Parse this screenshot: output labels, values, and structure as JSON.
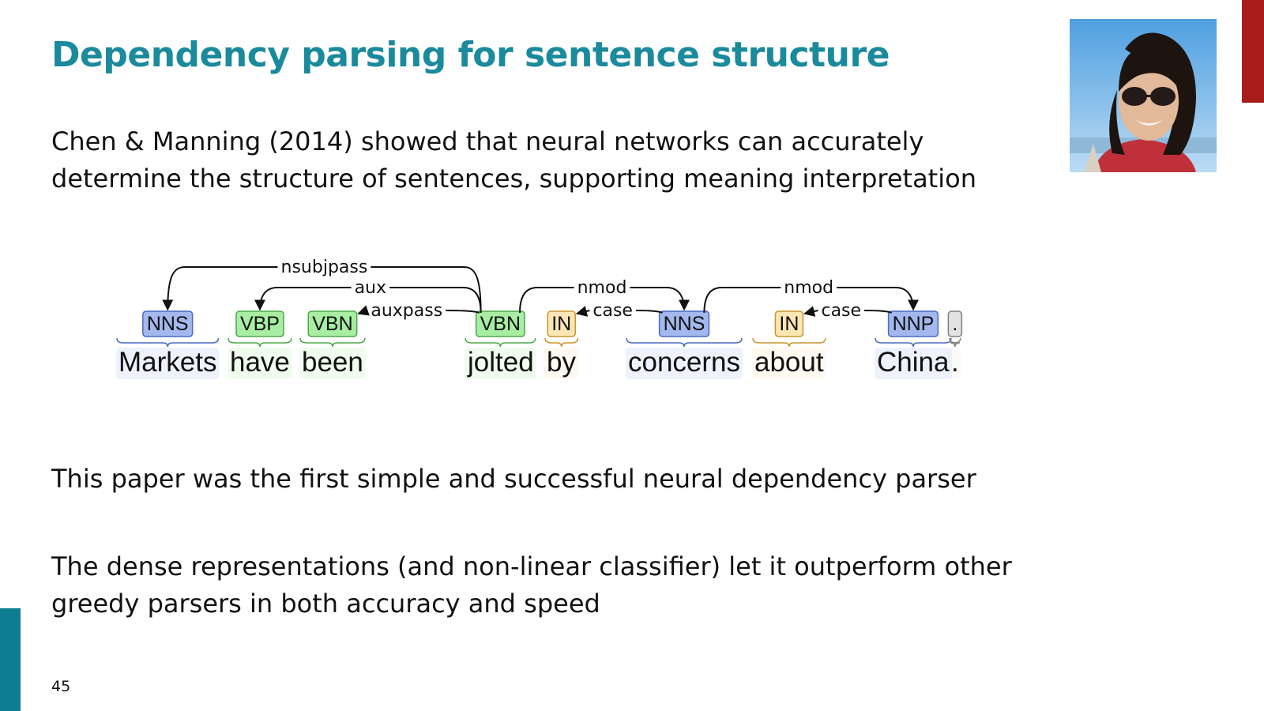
{
  "slide": {
    "title": "Dependency parsing for sentence structure",
    "paragraph1": {
      "line1": "Chen & Manning (2014) showed that neural networks can accurately",
      "line2": "determine the structure of sentences, supporting meaning interpretation"
    },
    "paragraph2": "This paper was the first simple and successful neural dependency parser",
    "paragraph3": {
      "line1": "The dense representations (and non-linear classifier) let it outperform other",
      "line2": "greedy parsers in both accuracy and speed"
    },
    "page_number": "45"
  },
  "colors": {
    "title": "#1a8a9c",
    "accent_right": "#a81c1c",
    "accent_left": "#0f7d91",
    "noun_fill": "#a3b8ee",
    "noun_stroke": "#4b69c1",
    "verb_fill": "#a7eea3",
    "verb_stroke": "#4ea84b",
    "prep_fill": "#fce6b4",
    "prep_stroke": "#c9962e",
    "punct_fill": "#e2e2e2",
    "punct_stroke": "#808080"
  },
  "parse": {
    "tokens": [
      {
        "word": "Markets",
        "tag": "NNS",
        "kind": "noun"
      },
      {
        "word": "have",
        "tag": "VBP",
        "kind": "verb"
      },
      {
        "word": "been",
        "tag": "VBN",
        "kind": "verb"
      },
      {
        "word": "jolted",
        "tag": "VBN",
        "kind": "verb"
      },
      {
        "word": "by",
        "tag": "IN",
        "kind": "prep"
      },
      {
        "word": "concerns",
        "tag": "NNS",
        "kind": "noun"
      },
      {
        "word": "about",
        "tag": "IN",
        "kind": "prep"
      },
      {
        "word": "China",
        "tag": "NNP",
        "kind": "noun"
      },
      {
        "word": ".",
        "tag": ".",
        "kind": "punct"
      }
    ],
    "arcs": [
      {
        "label": "nsubjpass",
        "head": 3,
        "dependent": 0
      },
      {
        "label": "aux",
        "head": 3,
        "dependent": 1
      },
      {
        "label": "auxpass",
        "head": 3,
        "dependent": 2
      },
      {
        "label": "nmod",
        "head": 3,
        "dependent": 5
      },
      {
        "label": "case",
        "head": 5,
        "dependent": 4
      },
      {
        "label": "nmod",
        "head": 5,
        "dependent": 7
      },
      {
        "label": "case",
        "head": 7,
        "dependent": 6
      }
    ]
  }
}
